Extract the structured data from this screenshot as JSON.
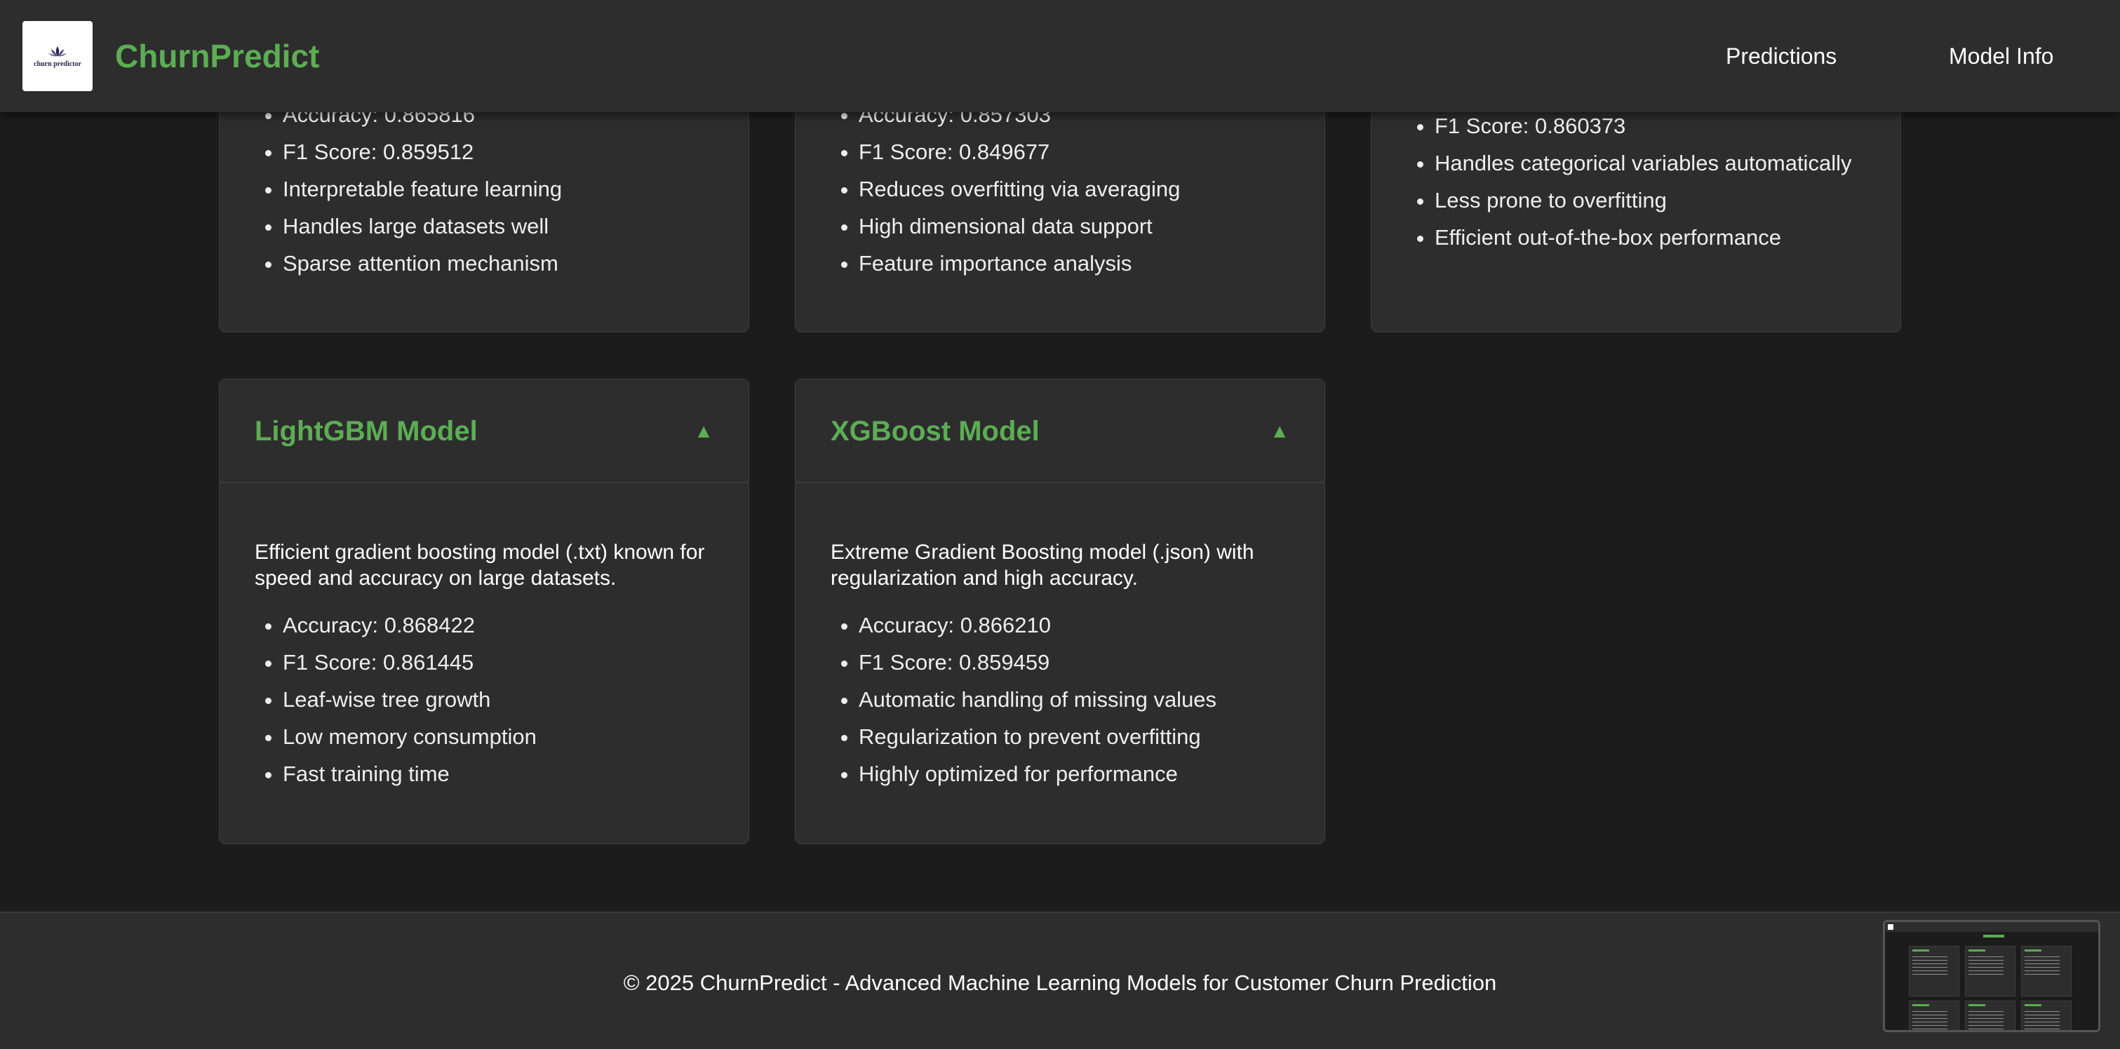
{
  "header": {
    "brand": "ChurnPredict",
    "logo_text": "churn predictor",
    "nav": {
      "predictions": "Predictions",
      "model_info": "Model Info"
    }
  },
  "top_cards": [
    {
      "items": [
        "Accuracy: 0.865816",
        "F1 Score: 0.859512",
        "Interpretable feature learning",
        "Handles large datasets well",
        "Sparse attention mechanism"
      ]
    },
    {
      "items": [
        "Accuracy: 0.857303",
        "F1 Score: 0.849677",
        "Reduces overfitting via averaging",
        "High dimensional data support",
        "Feature importance analysis"
      ]
    },
    {
      "items": [
        "F1 Score: 0.860373",
        "Handles categorical variables automatically",
        "Less prone to overfitting",
        "Efficient out-of-the-box performance"
      ]
    }
  ],
  "cards": {
    "lightgbm": {
      "title": "LightGBM Model",
      "toggle": "▲",
      "description": "Efficient gradient boosting model (.txt) known for speed and accuracy on large datasets.",
      "items": [
        "Accuracy: 0.868422",
        "F1 Score: 0.861445",
        "Leaf-wise tree growth",
        "Low memory consumption",
        "Fast training time"
      ]
    },
    "xgboost": {
      "title": "XGBoost Model",
      "toggle": "▲",
      "description": "Extreme Gradient Boosting model (.json) with regularization and high accuracy.",
      "items": [
        "Accuracy: 0.866210",
        "F1 Score: 0.859459",
        "Automatic handling of missing values",
        "Regularization to prevent overfitting",
        "Highly optimized for performance"
      ]
    }
  },
  "footer": {
    "text": "© 2025 ChurnPredict - Advanced Machine Learning Models for Customer Churn Prediction"
  },
  "colors": {
    "accent": "#5cad53",
    "background": "#1c1c1c",
    "surface": "#2d2d2d"
  }
}
